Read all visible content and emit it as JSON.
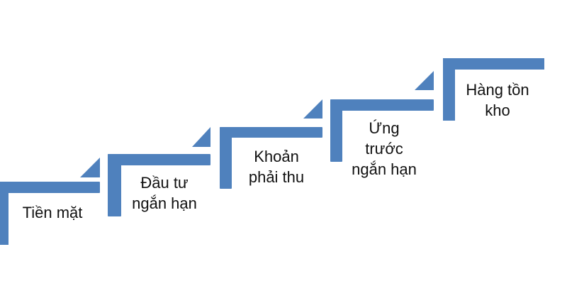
{
  "diagram": {
    "type": "staircase",
    "accent_color": "#4F81BD",
    "steps": [
      {
        "label": "Tiền mặt",
        "order": 1
      },
      {
        "label": "Đầu tư ngắn hạn",
        "line1": "Đầu tư",
        "line2": "ngắn hạn",
        "order": 2
      },
      {
        "label": "Khoản phải thu",
        "line1": "Khoản",
        "line2": "phải thu",
        "order": 3
      },
      {
        "label": "Ứng trước ngắn hạn",
        "line1": "Ứng",
        "line2": "trước",
        "line3": "ngắn hạn",
        "order": 4
      },
      {
        "label": "Hàng tồn kho",
        "line1": "Hàng tồn",
        "line2": "kho",
        "order": 5
      }
    ]
  }
}
